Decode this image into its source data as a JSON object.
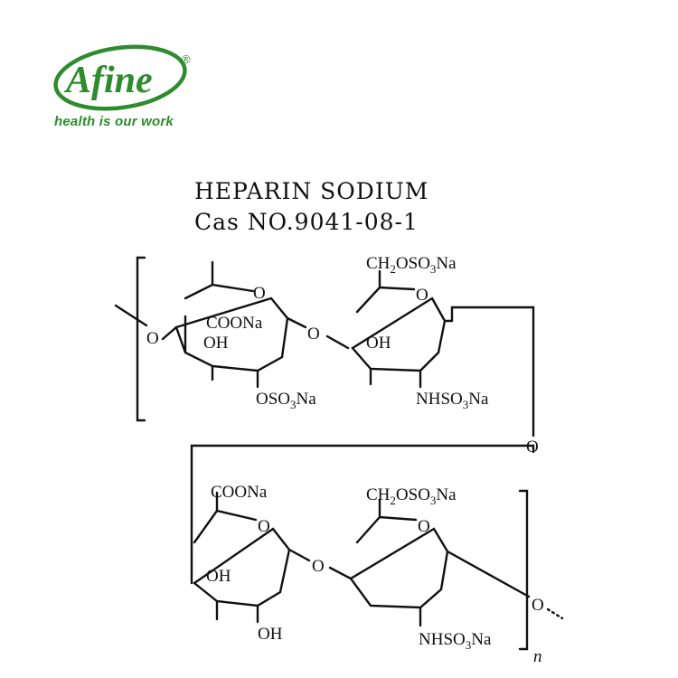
{
  "logo": {
    "brand": "Afine",
    "registered": "®",
    "tagline": "health is our work",
    "brand_color": "#2e8b2e"
  },
  "title": {
    "name": "HEPARIN SODIUM",
    "cas": "Cas NO.9041-08-1"
  },
  "structure": {
    "top_row": {
      "ring1": {
        "ring_o": "O",
        "coona": "COONa",
        "oh": "OH",
        "oso3na_1": "OSO",
        "oso3na_2": "3",
        "oso3na_3": "Na"
      },
      "bridge_o": "O",
      "ring2": {
        "ch2_1": "CH",
        "ch2_2": "2",
        "ch2_3": "OSO",
        "ch2_4": "3",
        "ch2_5": "Na",
        "ring_o": "O",
        "oh": "OH",
        "nh_1": "NHSO",
        "nh_2": "3",
        "nh_3": "Na"
      },
      "left_o": "O"
    },
    "link_o": "O",
    "bottom_row": {
      "ring3": {
        "coona": "COONa",
        "ring_o": "O",
        "oh1": "OH",
        "oh2": "OH"
      },
      "bridge_o": "O",
      "ring4": {
        "ch2_1": "CH",
        "ch2_2": "2",
        "ch2_3": "OSO",
        "ch2_4": "3",
        "ch2_5": "Na",
        "ring_o": "O",
        "nh_1": "NHSO",
        "nh_2": "3",
        "nh_3": "Na"
      },
      "end_o": "O",
      "repeat": "n"
    }
  }
}
